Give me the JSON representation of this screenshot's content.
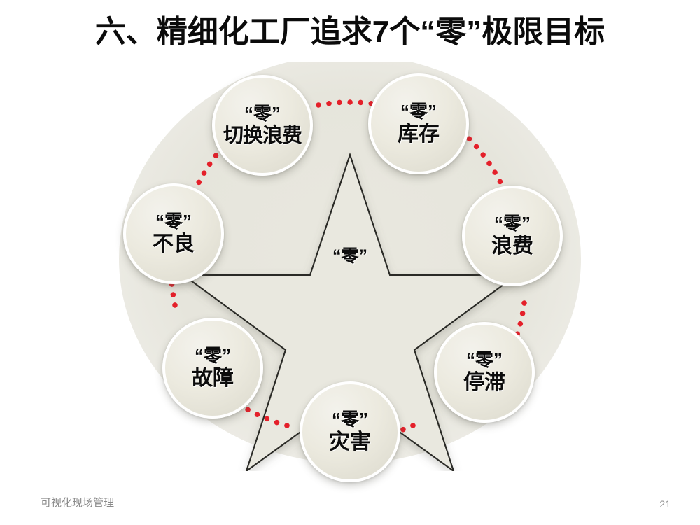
{
  "slide": {
    "title": "六、精细化工厂追求7个“零”极限目标",
    "background_color": "#ffffff"
  },
  "diagram": {
    "type": "radial-star",
    "center_label": "“零”",
    "node_fill_color": "#eceadf",
    "node_border_color": "#ffffff",
    "connector_color": "#e4202a",
    "backdrop_color": "#e7e6dd",
    "star_outline_color": "#2b2b26",
    "nodes": [
      {
        "lead": "“零”",
        "body": "切换浪费",
        "position": "top-left"
      },
      {
        "lead": "“零”",
        "body": "库存",
        "position": "top-right"
      },
      {
        "lead": "“零”",
        "body": "浪费",
        "position": "right"
      },
      {
        "lead": "“零”",
        "body": "停滞",
        "position": "bottom-right"
      },
      {
        "lead": "“零”",
        "body": "灾害",
        "position": "bottom"
      },
      {
        "lead": "“零”",
        "body": "故障",
        "position": "bottom-left"
      },
      {
        "lead": "“零”",
        "body": "不良",
        "position": "left"
      }
    ]
  },
  "footer": {
    "note": "可视化现场管理",
    "page_number": "21"
  }
}
